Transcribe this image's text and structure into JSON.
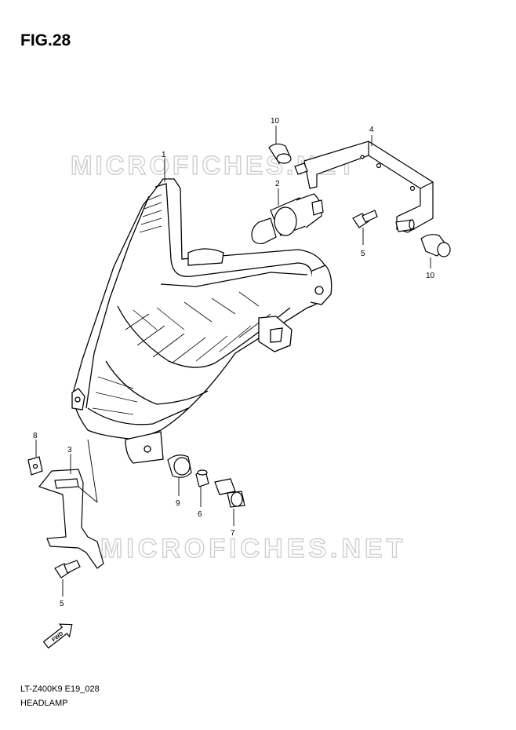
{
  "figure": {
    "title": "FIG.28",
    "code": "LT-Z400K9 E19_028",
    "name": "HEADLAMP"
  },
  "watermark": {
    "text": "MICROFICHES.NET",
    "color": "#d2d2d2"
  },
  "callouts": [
    {
      "id": "c1",
      "label": "1"
    },
    {
      "id": "c2",
      "label": "2"
    },
    {
      "id": "c3",
      "label": "3"
    },
    {
      "id": "c4",
      "label": "4"
    },
    {
      "id": "c5a",
      "label": "5"
    },
    {
      "id": "c5b",
      "label": "5"
    },
    {
      "id": "c6",
      "label": "6"
    },
    {
      "id": "c7",
      "label": "7"
    },
    {
      "id": "c8",
      "label": "8"
    },
    {
      "id": "c9",
      "label": "9"
    },
    {
      "id": "c10a",
      "label": "10"
    },
    {
      "id": "c10b",
      "label": "10"
    }
  ],
  "fwd_arrow": {
    "text": "FWD"
  }
}
